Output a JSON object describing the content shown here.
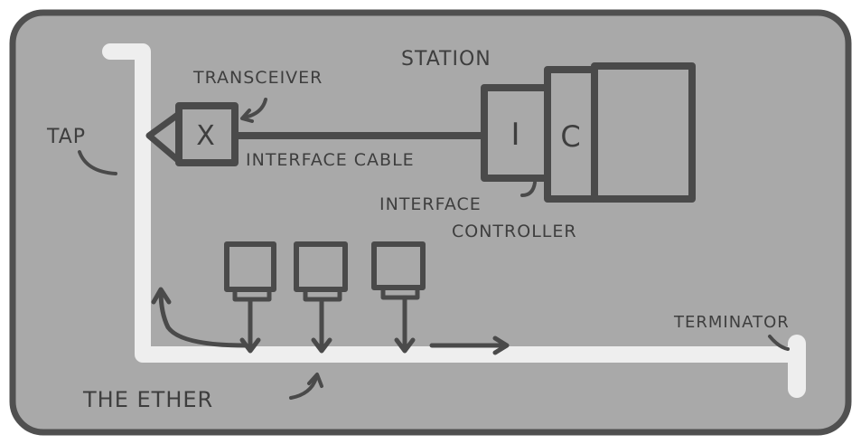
{
  "diagram": {
    "labels": {
      "station": "STATION",
      "transceiver": "TRANSCEIVER",
      "tap": "TAP",
      "interface_cable": "INTERFACE CABLE",
      "interface_controller_line1": "INTERFACE",
      "interface_controller_line2": "CONTROLLER",
      "terminator": "TERMINATOR",
      "the_ether": "THE ETHER"
    },
    "box_letters": {
      "transceiver": "X",
      "interface": "I",
      "controller": "C"
    },
    "colors": {
      "background": "#a9a9a9",
      "frame": "#505050",
      "ether": "#eeeeee",
      "ink": "#4a4a4a",
      "text": "#3e3e3e"
    }
  }
}
